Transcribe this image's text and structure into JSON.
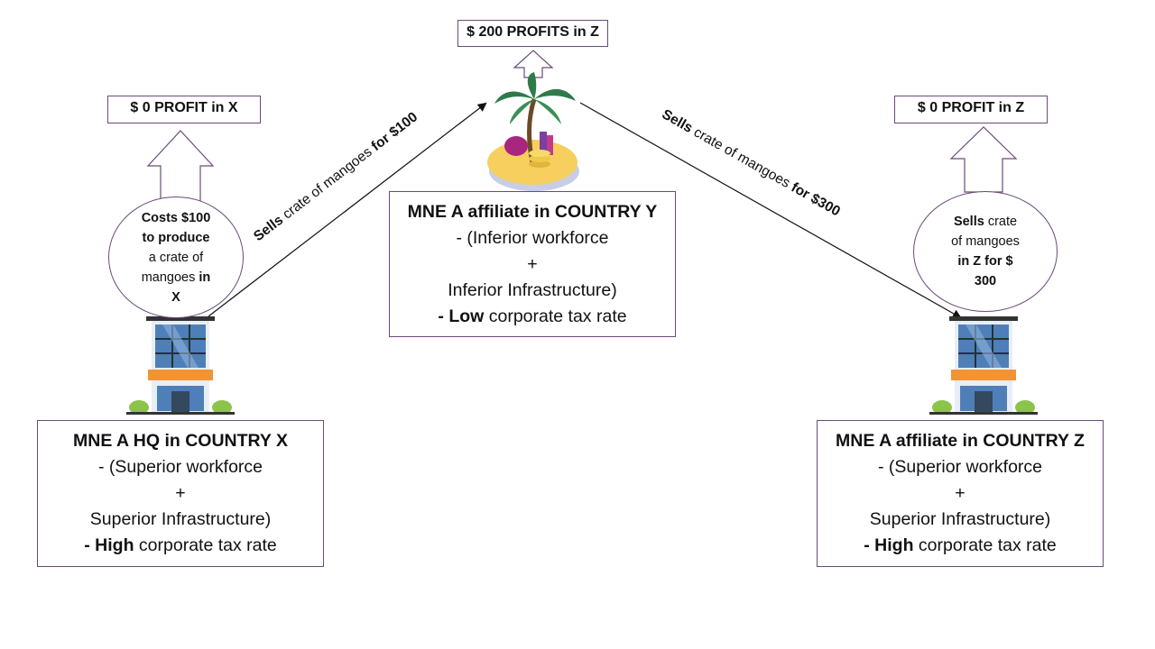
{
  "profit_labels": {
    "x": "$ 0 PROFIT in X",
    "y": "$ 200 PROFITS in Z",
    "z": "$ 0 PROFIT in Z"
  },
  "bubbles": {
    "x": {
      "line1_bold": "Costs $100",
      "line2_bold": "to produce",
      "line3": "a crate of",
      "line4": "mangoes ",
      "line4_bold": "in",
      "line5_bold": "X"
    },
    "z": {
      "line1_bold": "Sells",
      "line1": " crate",
      "line2": "of mangoes",
      "line3_bold": "in Z for $",
      "line4_bold": "300"
    }
  },
  "arrows": {
    "x_to_y": {
      "bold_start": "Sells",
      "text": " crate of mangoes ",
      "bold_end": "for $100"
    },
    "y_to_z": {
      "bold_start": "Sells",
      "text": " crate of mangoes ",
      "bold_end": "for $300"
    }
  },
  "entities": {
    "x": {
      "title": "MNE A HQ in COUNTRY X",
      "line1": "- (Superior workforce",
      "plus": "+",
      "line2": "Superior Infrastructure)",
      "tax_prefix": "- ",
      "tax_bold": "High",
      "tax_rest": " corporate tax rate"
    },
    "y": {
      "title": "MNE A affiliate in COUNTRY Y",
      "line1": "- (Inferior workforce",
      "plus": "+",
      "line2": "Inferior Infrastructure)",
      "tax_prefix": "- ",
      "tax_bold": "Low",
      "tax_rest": " corporate tax rate"
    },
    "z": {
      "title": "MNE A affiliate in COUNTRY Z",
      "line1": "- (Superior workforce",
      "plus": "+",
      "line2": "Superior Infrastructure)",
      "tax_prefix": "- ",
      "tax_bold": "High",
      "tax_rest": " corporate tax rate"
    }
  },
  "colors": {
    "border": "#6b4a78",
    "building_glass": "#4f7fb8",
    "building_band": "#f39434",
    "shrub": "#8cc34a",
    "island_sand": "#f6cf5e",
    "palm": "#2f7a4a"
  }
}
